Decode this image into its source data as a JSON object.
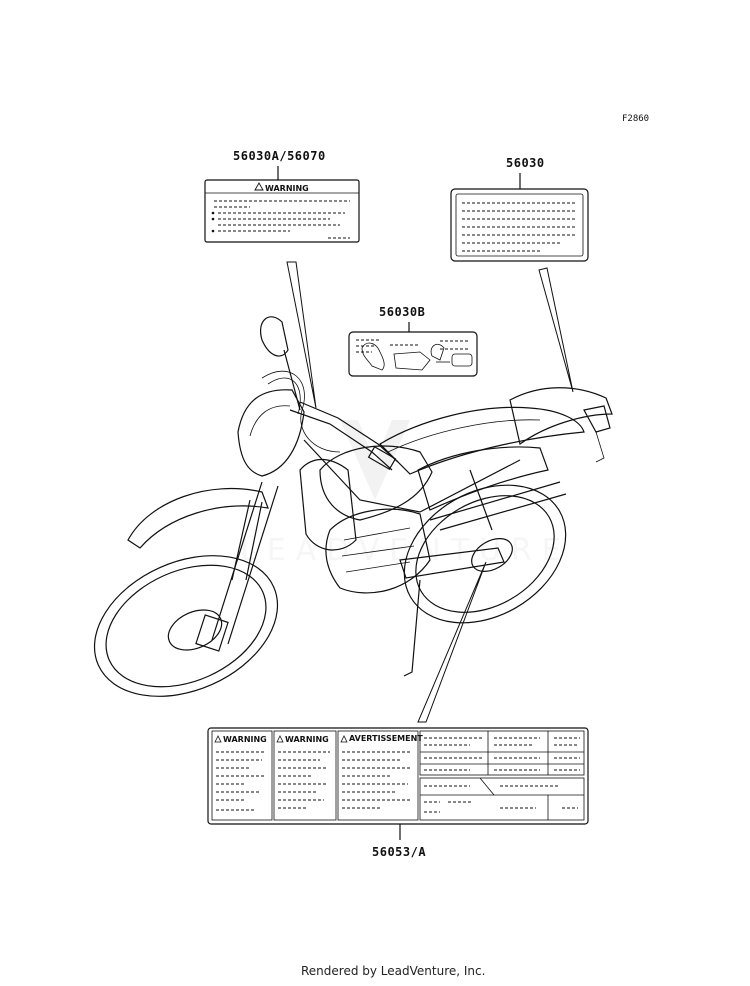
{
  "figure_code": "F2860",
  "callouts": {
    "top_left": "56030A/56070",
    "top_right": "56030",
    "middle": "56030B",
    "bottom": "56053/A"
  },
  "label_texts": {
    "warning": "WARNING",
    "avertissement": "AVERTISSEMENT"
  },
  "watermark": "LEADVENTURE",
  "footer": "Rendered by LeadVenture, Inc."
}
